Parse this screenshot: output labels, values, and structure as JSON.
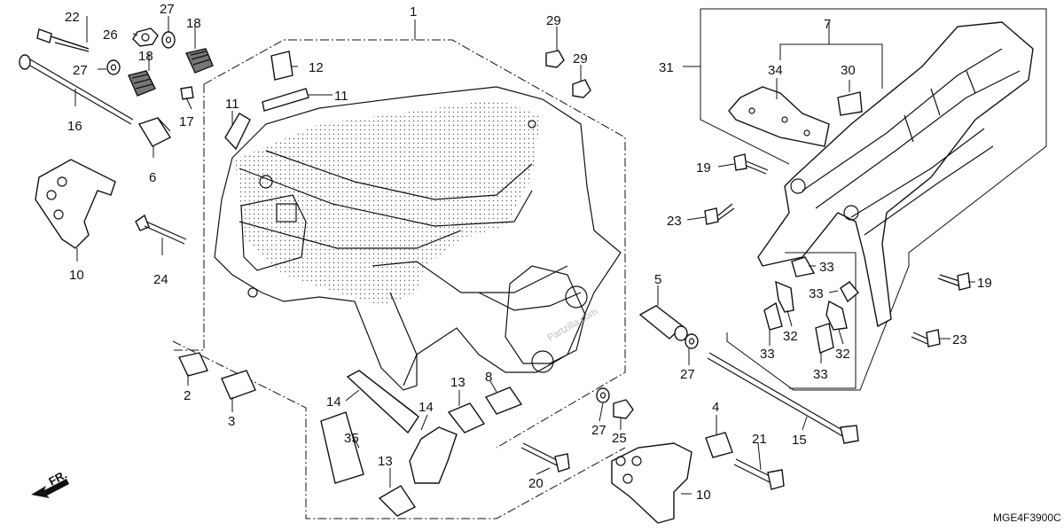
{
  "diagram_code": "MGE4F3900C",
  "front_indicator": "FR.",
  "watermark": "Partzilla.com",
  "labels": {
    "p1": "1",
    "p2": "2",
    "p3": "3",
    "p4": "4",
    "p5": "5",
    "p6": "6",
    "p7": "7",
    "p8": "8",
    "p10a": "10",
    "p10b": "10",
    "p11a": "11",
    "p11b": "11",
    "p12": "12",
    "p13a": "13",
    "p13b": "13",
    "p14a": "14",
    "p14b": "14",
    "p15": "15",
    "p16": "16",
    "p17": "17",
    "p18a": "18",
    "p18b": "18",
    "p19a": "19",
    "p19b": "19",
    "p20": "20",
    "p21": "21",
    "p22": "22",
    "p23a": "23",
    "p23b": "23",
    "p24": "24",
    "p25": "25",
    "p26": "26",
    "p27a": "27",
    "p27b": "27",
    "p27c": "27",
    "p27d": "27",
    "p29a": "29",
    "p29b": "29",
    "p30": "30",
    "p31": "31",
    "p32a": "32",
    "p32b": "32",
    "p33a": "33",
    "p33b": "33",
    "p33c": "33",
    "p33d": "33",
    "p34": "34",
    "p35": "35"
  }
}
